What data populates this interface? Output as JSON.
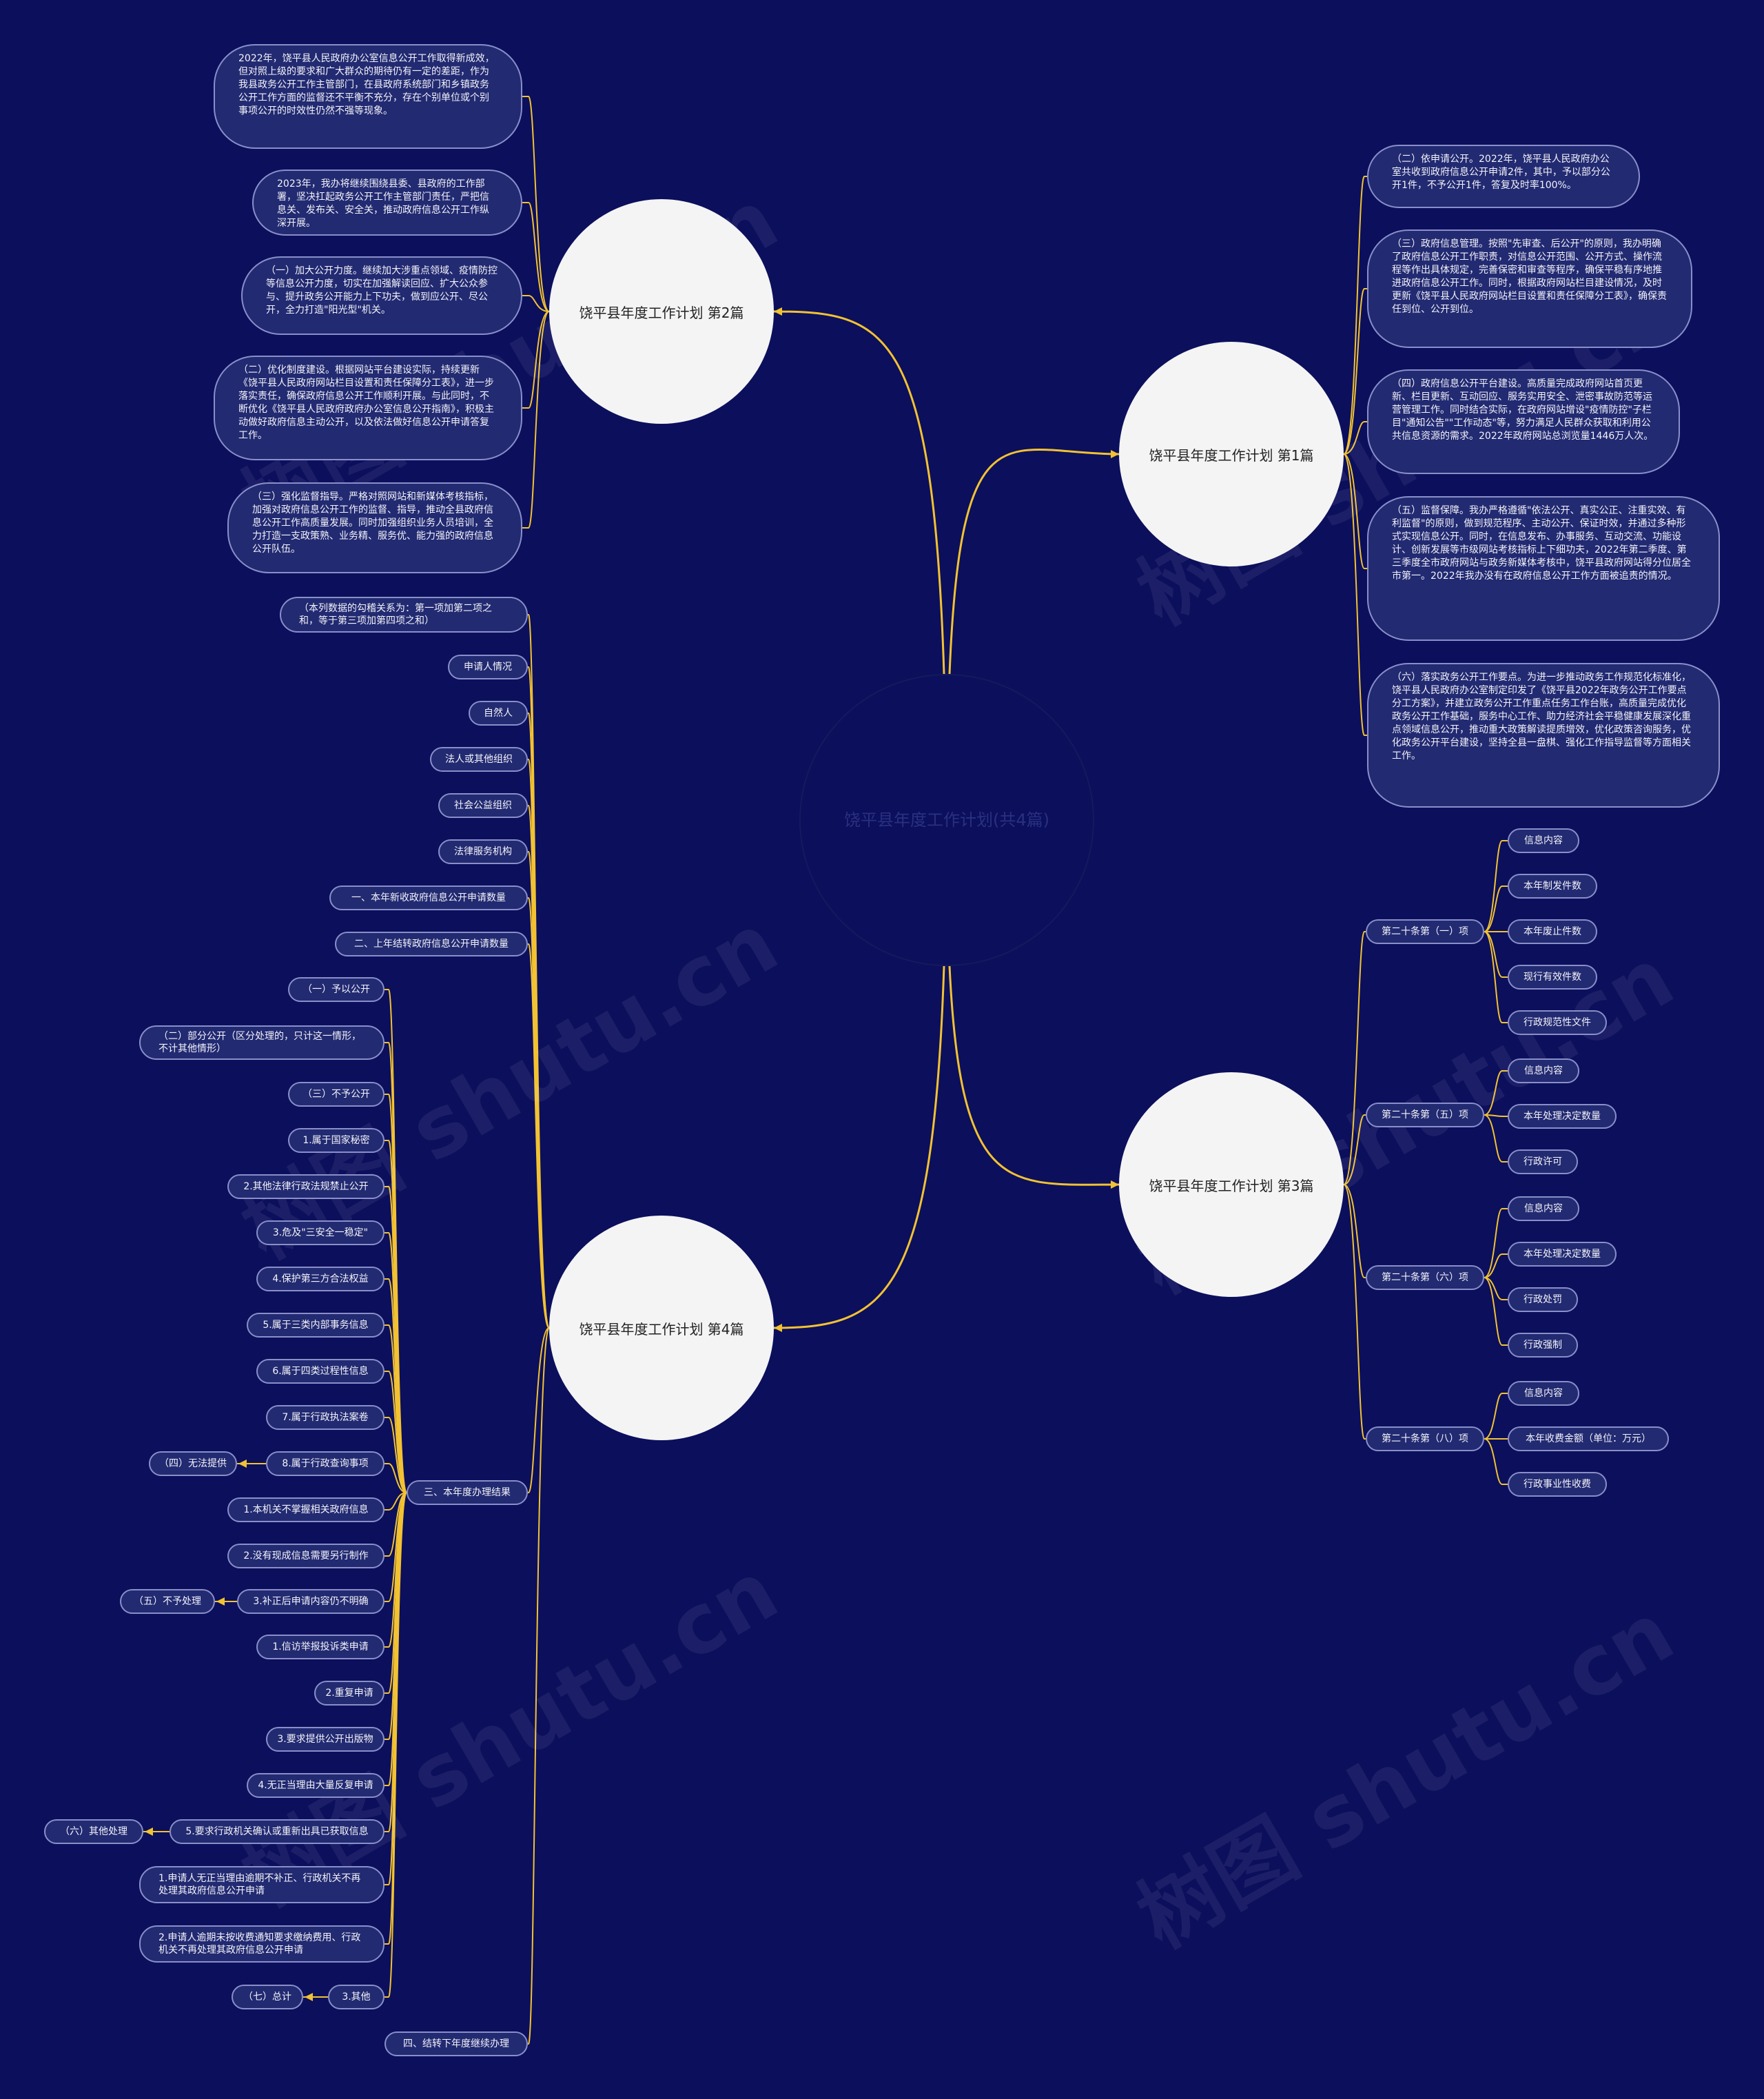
{
  "colors": {
    "background": "#0b0f5c",
    "connector": "#f2c232",
    "box_fill": "#222a72",
    "box_border": "#8a8fc9",
    "topic_fill": "#f4f4f4"
  },
  "watermark": "树图 shutu.cn",
  "center": {
    "title": "饶平县年度工作计划(共4篇)"
  },
  "topics": {
    "t1": "饶平县年度工作计划 第1篇",
    "t2": "饶平县年度工作计划 第2篇",
    "t3": "饶平县年度工作计划 第3篇",
    "t4": "饶平县年度工作计划 第4篇"
  },
  "t1_items": [
    "（二）依申请公开。2022年，饶平县人民政府办公室共收到政府信息公开申请2件，其中，予以部分公开1件，不予公开1件，答复及时率100%。",
    "（三）政府信息管理。按照\"先审查、后公开\"的原则，我办明确了政府信息公开工作职责，对信息公开范围、公开方式、操作流程等作出具体规定，完善保密和审查等程序，确保平稳有序地推进政府信息公开工作。同时，根据政府网站栏目建设情况，及时更新《饶平县人民政府网站栏目设置和责任保障分工表》，确保责任到位、公开到位。",
    "（四）政府信息公开平台建设。高质量完成政府网站首页更新、栏目更新、互动回应、服务实用安全、泄密事故防范等运营管理工作。同时结合实际，在政府网站增设\"疫情防控\"子栏目\"通知公告\"\"工作动态\"等，努力满足人民群众获取和利用公共信息资源的需求。2022年政府网站总浏览量1446万人次。",
    "（五）监督保障。我办严格遵循\"依法公开、真实公正、注重实效、有利监督\"的原则，做到规范程序、主动公开、保证时效，并通过多种形式实现信息公开。同时，在信息发布、办事服务、互动交流、功能设计、创新发展等市级网站考核指标上下细功夫，2022年第二季度、第三季度全市政府网站与政务新媒体考核中，饶平县政府网站得分位居全市第一。2022年我办没有在政府信息公开工作方面被追责的情况。",
    "（六）落实政务公开工作要点。为进一步推动政务工作规范化标准化，饶平县人民政府办公室制定印发了《饶平县2022年政务公开工作要点分工方案》，并建立政务公开工作重点任务工作台账，高质量完成优化政务公开工作基础，服务中心工作、助力经济社会平稳健康发展深化重点领域信息公开，推动重大政策解读提质增效，优化政策咨询服务，优化政务公开平台建设，坚持全县一盘棋、强化工作指导监督等方面相关工作。"
  ],
  "t2_items": [
    "2022年，饶平县人民政府办公室信息公开工作取得新成效，但对照上级的要求和广大群众的期待仍有一定的差距，作为我县政务公开工作主管部门，在县政府系统部门和乡镇政务公开工作方面的监督还不平衡不充分，存在个别单位或个别事项公开的时效性仍然不强等现象。",
    "2023年，我办将继续围绕县委、县政府的工作部署，坚决扛起政务公开工作主管部门责任，严把信息关、发布关、安全关，推动政府信息公开工作纵深开展。",
    "（一）加大公开力度。继续加大涉重点领域、疫情防控等信息公开力度，切实在加强解读回应、扩大公众参与、提升政务公开能力上下功夫，做到应公开、尽公开，全力打造\"阳光型\"机关。",
    "（二）优化制度建设。根据网站平台建设实际，持续更新《饶平县人民政府网站栏目设置和责任保障分工表》，进一步落实责任，确保政府信息公开工作顺利开展。与此同时，不断优化《饶平县人民政府政府办公室信息公开指南》，积极主动做好政府信息主动公开，以及依法做好信息公开申请答复工作。",
    "（三）强化监督指导。严格对照网站和新媒体考核指标，加强对政府信息公开工作的监督、指导，推动全县政府信息公开工作高质量发展。同时加强组织业务人员培训，全力打造一支政策熟、业务精、服务优、能力强的政府信息公开队伍。"
  ],
  "t3_groups": [
    {
      "label": "第二十条第（一）项",
      "children": [
        "信息内容",
        "本年制发件数",
        "本年废止件数",
        "现行有效件数",
        "行政规范性文件"
      ]
    },
    {
      "label": "第二十条第（五）项",
      "children": [
        "信息内容",
        "本年处理决定数量",
        "行政许可"
      ]
    },
    {
      "label": "第二十条第（六）项",
      "children": [
        "信息内容",
        "本年处理决定数量",
        "行政处罚",
        "行政强制"
      ]
    },
    {
      "label": "第二十条第（八）项",
      "children": [
        "信息内容",
        "本年收费金额（单位：万元）",
        "行政事业性收费"
      ]
    }
  ],
  "t4_items": [
    "（本列数据的勾稽关系为：第一项加第二项之和，等于第三项加第四项之和）",
    "申请人情况",
    "自然人",
    "法人或其他组织",
    "社会公益组织",
    "法律服务机构",
    "一、本年新收政府信息公开申请数量",
    "二、上年结转政府信息公开申请数量"
  ],
  "t4_result": {
    "label": "三、本年度办理结果",
    "children": [
      {
        "label": "（一）予以公开"
      },
      {
        "label": "（二）部分公开（区分处理的，只计这一情形，不计其他情形）"
      },
      {
        "label": "（三）不予公开"
      },
      {
        "label": "1.属于国家秘密"
      },
      {
        "label": "2.其他法律行政法规禁止公开"
      },
      {
        "label": "3.危及\"三安全一稳定\""
      },
      {
        "label": "4.保护第三方合法权益"
      },
      {
        "label": "5.属于三类内部事务信息"
      },
      {
        "label": "6.属于四类过程性信息"
      },
      {
        "label": "7.属于行政执法案卷"
      },
      {
        "label": "8.属于行政查询事项",
        "child": "（四）无法提供"
      },
      {
        "label": "1.本机关不掌握相关政府信息"
      },
      {
        "label": "2.没有现成信息需要另行制作"
      },
      {
        "label": "3.补正后申请内容仍不明确",
        "child": "（五）不予处理"
      },
      {
        "label": "1.信访举报投诉类申请"
      },
      {
        "label": "2.重复申请"
      },
      {
        "label": "3.要求提供公开出版物"
      },
      {
        "label": "4.无正当理由大量反复申请"
      },
      {
        "label": "5.要求行政机关确认或重新出具已获取信息",
        "child": "（六）其他处理"
      },
      {
        "label": "1.申请人无正当理由逾期不补正、行政机关不再处理其政府信息公开申请"
      },
      {
        "label": "2.申请人逾期未按收费通知要求缴纳费用、行政机关不再处理其政府信息公开申请"
      },
      {
        "label": "3.其他",
        "child": "（七）总计"
      }
    ]
  },
  "t4_last": "四、结转下年度继续办理"
}
